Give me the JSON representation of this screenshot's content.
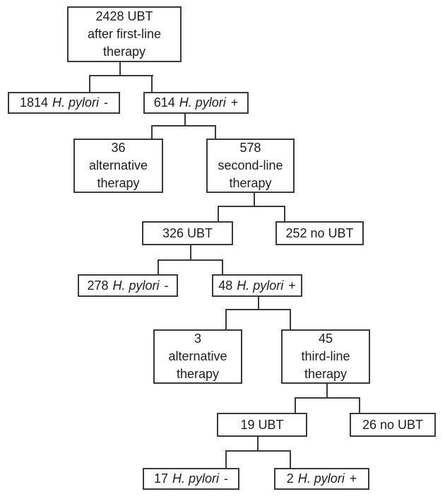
{
  "figure": {
    "title": "UBT H. pylori eradication therapy flowchart",
    "background_color": "#ffffff",
    "line_color": "#3a3a3a"
  },
  "nodes": {
    "ubt_first": {
      "lines": [
        "2428 UBT",
        "after first-line",
        "therapy"
      ]
    },
    "hp1_neg": {
      "num": "1814",
      "species": "H. pylori",
      "sign": "-"
    },
    "hp1_pos": {
      "num": "614",
      "species": "H. pylori",
      "sign": "+"
    },
    "alt_first": {
      "lines": [
        "36",
        "alternative",
        "therapy"
      ]
    },
    "second_line": {
      "lines": [
        "578",
        "second-line",
        "therapy"
      ]
    },
    "ubt_second": {
      "label": "326 UBT"
    },
    "no_ubt_second": {
      "label": "252 no UBT"
    },
    "hp2_neg": {
      "num": "278",
      "species": "H. pylori",
      "sign": "-"
    },
    "hp2_pos": {
      "num": "48",
      "species": "H. pylori",
      "sign": "+"
    },
    "alt_second": {
      "lines": [
        "3",
        "alternative",
        "therapy"
      ]
    },
    "third_line": {
      "lines": [
        "45",
        "third-line",
        "therapy"
      ]
    },
    "ubt_third": {
      "label": "19 UBT"
    },
    "no_ubt_third": {
      "label": "26 no UBT"
    },
    "hp3_neg": {
      "num": "17",
      "species": "H. pylori",
      "sign": "-"
    },
    "hp3_pos": {
      "num": "2",
      "species": "H. pylori",
      "sign": "+"
    }
  },
  "edges": [
    {
      "from": "ubt_first",
      "to": [
        "hp1_neg",
        "hp1_pos"
      ]
    },
    {
      "from": "hp1_pos",
      "to": [
        "alt_first",
        "second_line"
      ]
    },
    {
      "from": "second_line",
      "to": [
        "ubt_second",
        "no_ubt_second"
      ]
    },
    {
      "from": "ubt_second",
      "to": [
        "hp2_neg",
        "hp2_pos"
      ]
    },
    {
      "from": "hp2_pos",
      "to": [
        "alt_second",
        "third_line"
      ]
    },
    {
      "from": "third_line",
      "to": [
        "ubt_third",
        "no_ubt_third"
      ]
    },
    {
      "from": "ubt_third",
      "to": [
        "hp3_neg",
        "hp3_pos"
      ]
    }
  ]
}
